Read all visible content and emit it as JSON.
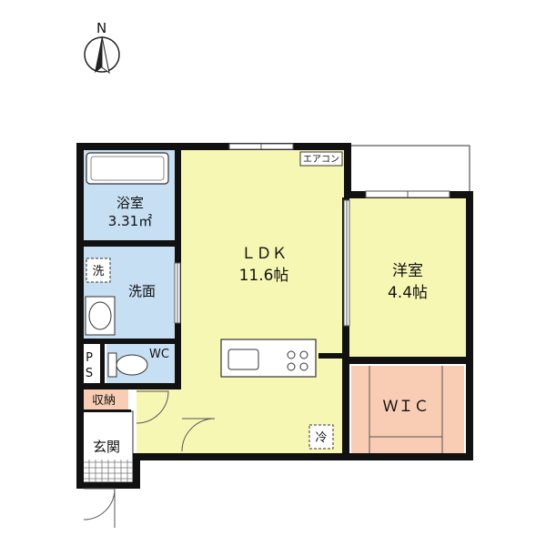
{
  "compass": {
    "label": "N"
  },
  "rooms": {
    "bath": {
      "name": "浴室",
      "area": "3.31㎡"
    },
    "wash": {
      "name": "洗面",
      "machine": "洗"
    },
    "wc": {
      "name": "WC"
    },
    "ps": {
      "p": "P",
      "s": "S"
    },
    "storage": {
      "name": "収納"
    },
    "entry": {
      "name": "玄関"
    },
    "ldk": {
      "name": "ＬＤＫ",
      "area": "11.6帖"
    },
    "western": {
      "name": "洋室",
      "area": "4.4帖"
    },
    "wic": {
      "name": "ＷＩＣ"
    }
  },
  "fixtures": {
    "aircon": "エアコン",
    "fridge": "冷"
  },
  "colors": {
    "ldk": "#f7f7b4",
    "bath": "#c6dff2",
    "wic": "#f8cdb4",
    "wall": "#111111",
    "floor_white": "#ffffff"
  }
}
